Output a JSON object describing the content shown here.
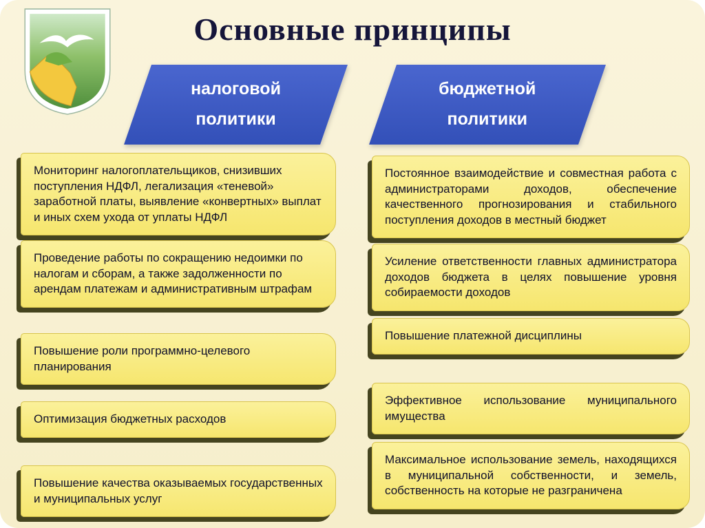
{
  "title": "Основные принципы",
  "emblem": {
    "icon": "coat-of-arms-with-seagull-and-cliff"
  },
  "columns": [
    {
      "header": "налоговой\nполитики",
      "items": [
        "Мониторинг налогоплательщиков, снизивших поступления НДФЛ, легализация «теневой» заработной платы, выявление «конвертных» выплат и иных схем ухода от уплаты НДФЛ",
        "Проведение работы по сокращению недоимки по налогам и сборам, а также задолженности по арендам платежам и административным штрафам",
        "Повышение роли программно-целевого планирования",
        "Оптимизация бюджетных расходов",
        "Повышение качества оказываемых государственных и муниципальных услуг"
      ]
    },
    {
      "header": "бюджетной\nполитики",
      "items": [
        "Постоянное взаимодействие и совместная работа с администраторами доходов, обеспечение качественного прогнозирования и стабильного поступления доходов в местный бюджет",
        "Усиление ответственности главных администратора доходов бюджета в целях повышение уровня собираемости доходов",
        "Повышение платежной дисциплины",
        "Эффективное использование муниципального имущества",
        "Максимальное использование земель, находящихся в муниципальной собственности, и земель, собственность на которые не разграничена"
      ]
    }
  ],
  "colors": {
    "background": "#f8f1d4",
    "header_blue": "#3a56c4",
    "box_yellow": "#f8ea7d",
    "box_shadow": "#45441f",
    "title_text": "#15153a",
    "body_text": "#10102a"
  }
}
